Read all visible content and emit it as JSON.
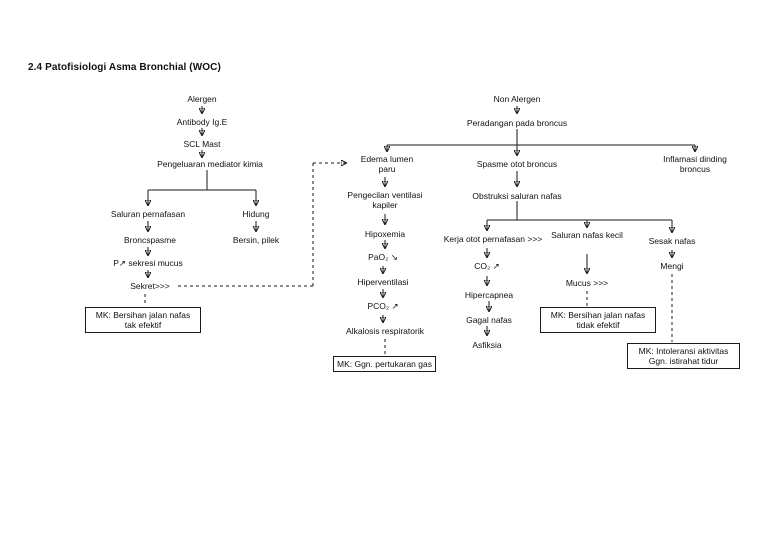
{
  "title": "2.4 Patofisiologi Asma Bronchial (WOC)",
  "colors": {
    "line": "#1a1a1a",
    "text": "#111111",
    "background": "#ffffff"
  },
  "nodes": {
    "alergen": "Alergen",
    "antibody": "Antibody Ig.E",
    "scl_mast": "SCL Mast",
    "mediator": "Pengeluaran mediator kimia",
    "saluran_pernafasan": "Saluran pernafasan",
    "hidung": "Hidung",
    "broncspasme": "Broncspasme",
    "sekresi_mucus": "P↗ sekresi mucus",
    "sekret": "Sekret>>>",
    "bersin_pilek": "Bersin, pilek",
    "mk_bersihan_tak_efektif": "MK: Bersihan jalan nafas tak efektif",
    "non_alergen": "Non Alergen",
    "peradangan": "Peradangan pada broncus",
    "edema_lumen_paru": "Edema lumen paru",
    "pengecilan_ventilasi": "Pengecilan ventilasi kapiler",
    "hipoxemia": "Hipoxemia",
    "pao2_turun": "PaO₂ ↘",
    "hiperventilasi": "Hiperventilasi",
    "pco2_naik": "PCO₂ ↗",
    "alkalosis": "Alkalosis respiratorik",
    "mk_pertukaran_gas": "MK: Ggn. pertukaran gas",
    "spasme_otot": "Spasme otot broncus",
    "inflamasi_dinding": "Inflamasi dinding broncus",
    "obstruksi": "Obstruksi saluran nafas",
    "kerja_otot": "Kerja otot pernafasan >>>",
    "saluran_nafas_kecil": "Saluran nafas kecil",
    "sesak_nafas": "Sesak nafas",
    "co2_naik": "CO₂ ↗",
    "hipercapnea": "Hipercapnea",
    "gagal_nafas": "Gagal nafas",
    "asfiksia": "Asfiksia",
    "mucus": "Mucus >>>",
    "mk_bersihan_tidak_efektif": "MK: Bersihan jalan nafas tidak efektif",
    "mengi": "Mengi",
    "mk_intoleransi": "MK: Intoleransi aktivitas Ggn. istirahat tidur"
  }
}
